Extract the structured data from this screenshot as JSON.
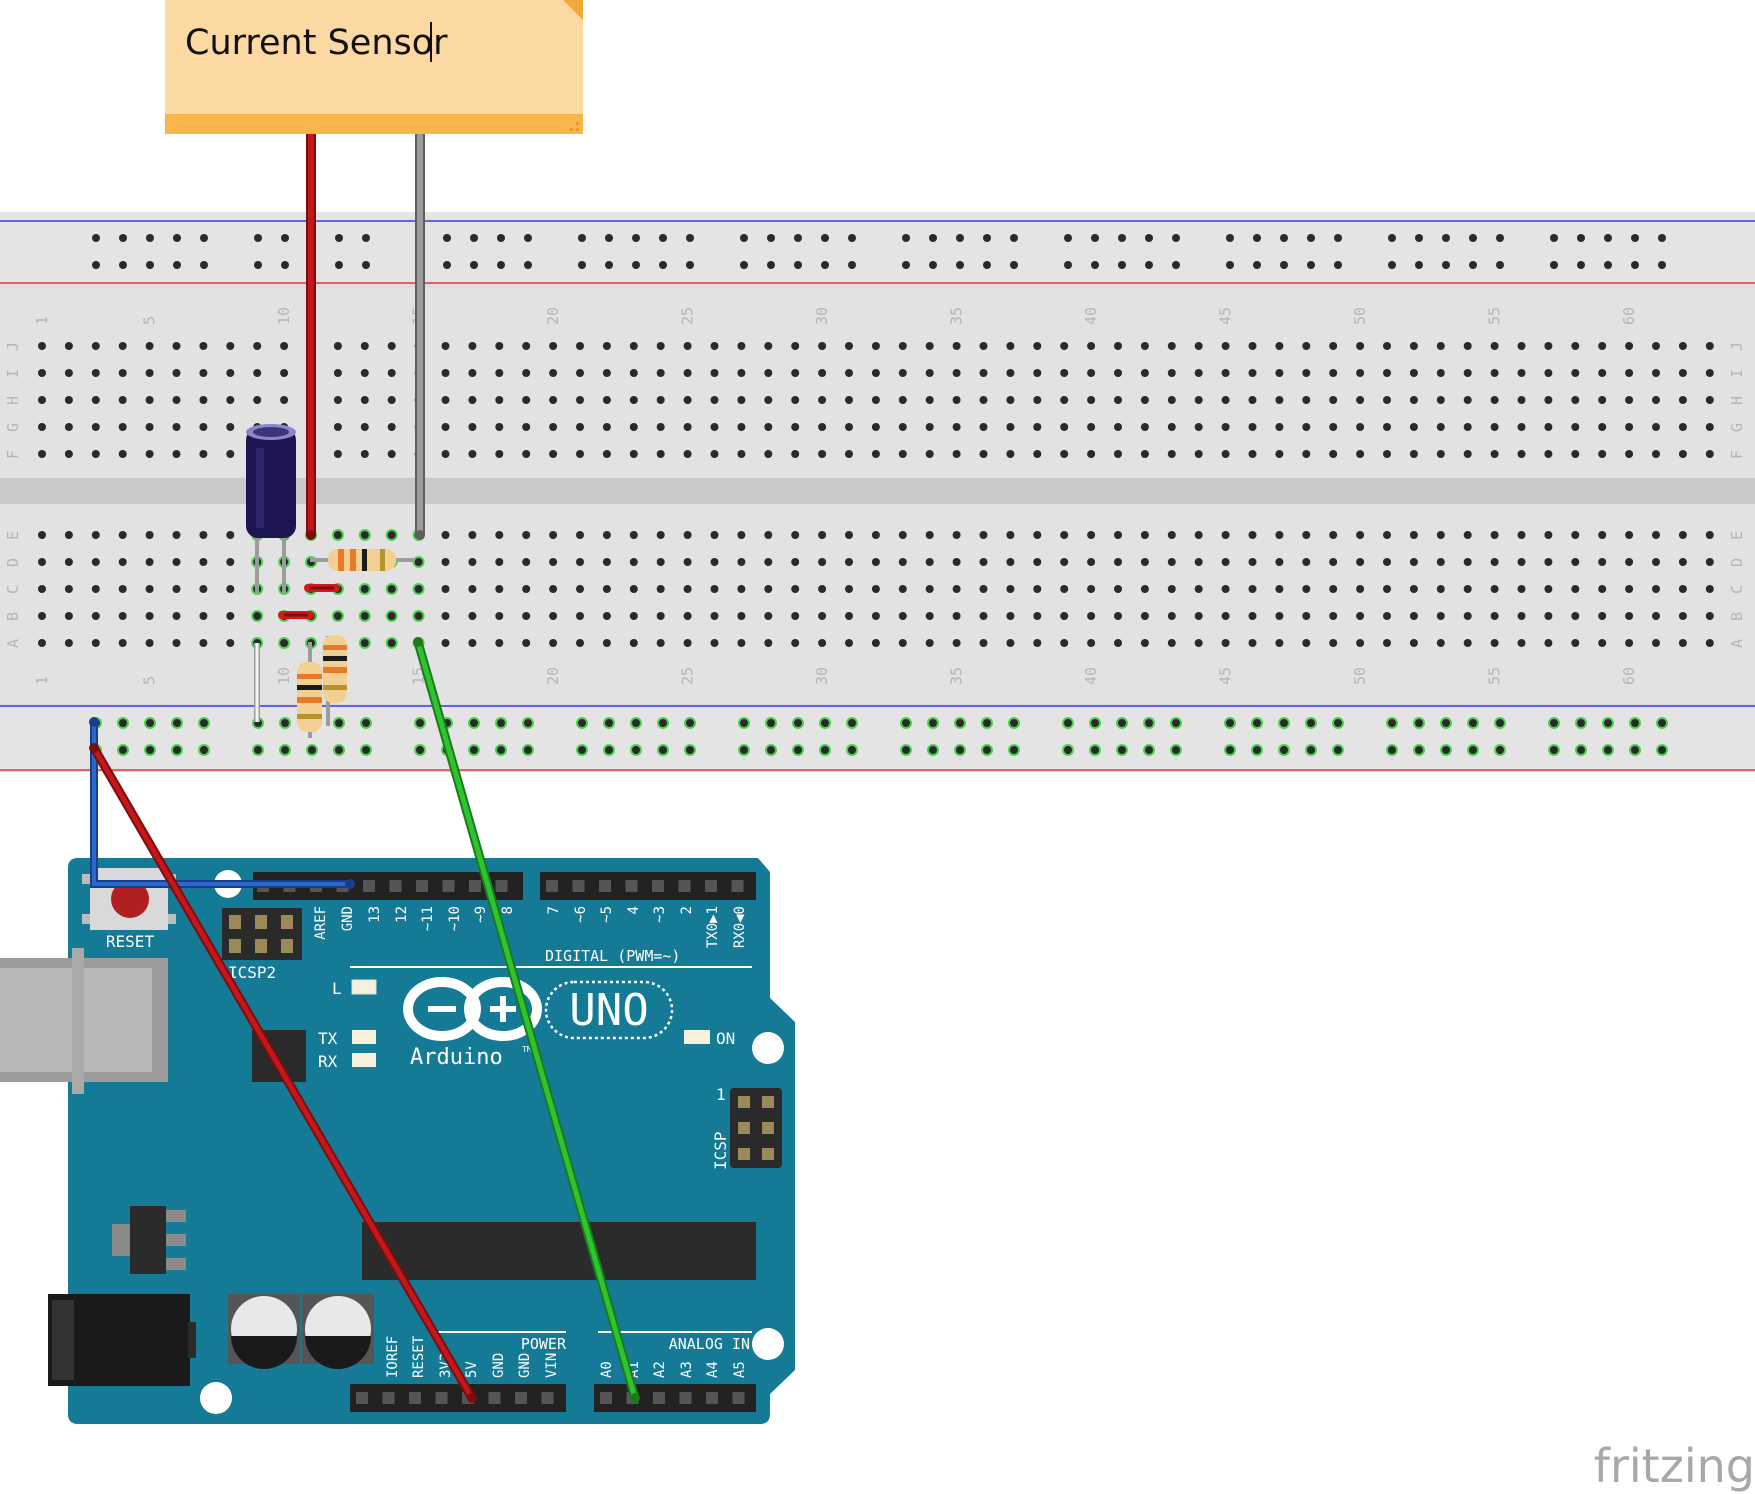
{
  "note": {
    "text": "Current Sensor"
  },
  "breadboard": {
    "column_numbers": [
      "1",
      "5",
      "10",
      "15",
      "20",
      "25",
      "30",
      "35",
      "40",
      "45",
      "50",
      "55",
      "60"
    ],
    "row_letters_top": [
      "J",
      "I",
      "H",
      "G",
      "F"
    ],
    "row_letters_bottom": [
      "E",
      "D",
      "C",
      "B",
      "A"
    ]
  },
  "arduino": {
    "reset_label": "RESET",
    "icsp2_label": "ICSP2",
    "icsp_label": "ICSP",
    "icsp_pin1": "1",
    "brand": "Arduino",
    "trademark": "TM",
    "model": "UNO",
    "digital_label": "DIGITAL (PWM=~)",
    "power_label": "POWER",
    "analog_label": "ANALOG IN",
    "led_l": "L",
    "led_tx": "TX",
    "led_rx": "RX",
    "led_on": "ON",
    "header_left_pins": [
      "AREF",
      "GND",
      "13",
      "12",
      "~11",
      "~10",
      "~9",
      "8"
    ],
    "header_right_pins": [
      "7",
      "~6",
      "~5",
      "4",
      "~3",
      "2",
      "TX0▶1",
      "RX0◀0"
    ],
    "power_pins": [
      "IOREF",
      "RESET",
      "3V3",
      "5V",
      "GND",
      "GND",
      "VIN"
    ],
    "analog_pins": [
      "A0",
      "A1",
      "A2",
      "A3",
      "A4",
      "A5"
    ]
  },
  "watermark": "fritzing",
  "colors": {
    "wire_red": "#c4171b",
    "wire_gray": "#8a8a8a",
    "wire_green": "#2fc32f",
    "wire_blue": "#2a6ad0",
    "board_teal": "#147a96",
    "note_fill": "#fcd9a3",
    "note_bar": "#f8b64a"
  }
}
